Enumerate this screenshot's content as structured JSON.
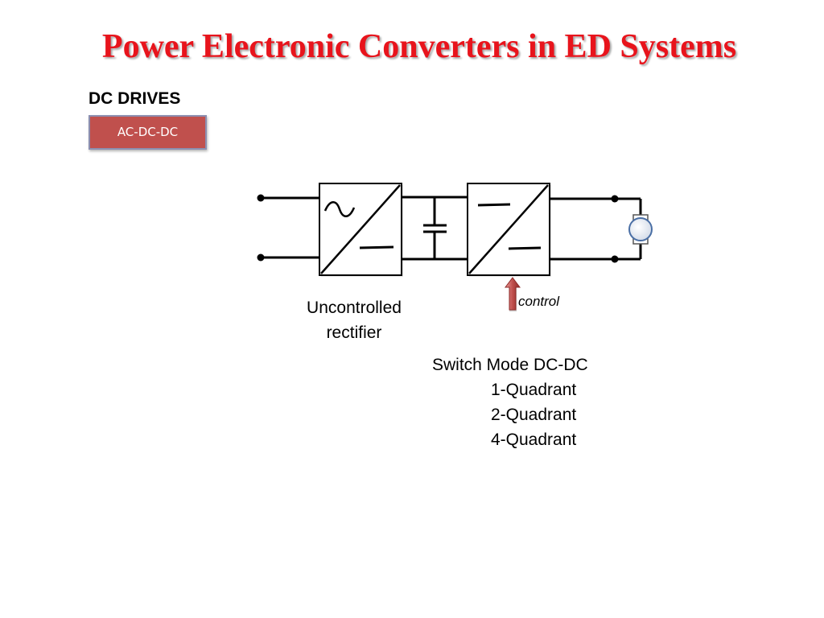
{
  "slide": {
    "title": "Power Electronic Converters in ED Systems",
    "section_heading": "DC DRIVES",
    "tag": "AC-DC-DC"
  },
  "diagram": {
    "rectifier_label_line1": "Uncontrolled",
    "rectifier_label_line2": "rectifier",
    "control_label": "control",
    "switch_mode_label": "Switch Mode DC-DC",
    "quadrant_options": [
      "1-Quadrant",
      "2-Quadrant",
      "4-Quadrant"
    ],
    "arrow_color": "#c0504d",
    "wire_color": "#000000"
  },
  "colors": {
    "title": "#e8141c",
    "tag_fill": "#c0504d",
    "tag_border": "#8c8fb0",
    "motor_fill": "#e8eef8"
  }
}
